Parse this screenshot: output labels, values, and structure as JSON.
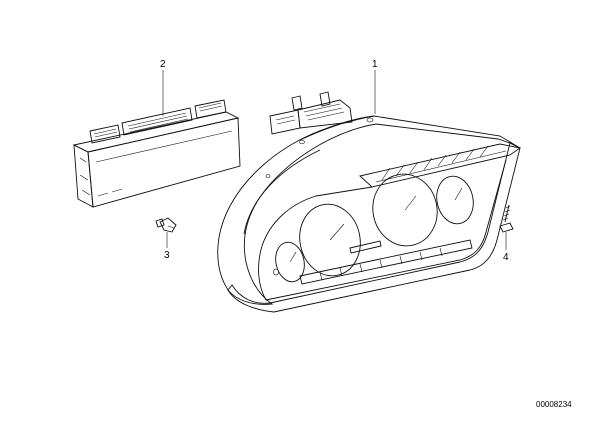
{
  "callouts": {
    "c1": "1",
    "c2": "2",
    "c3": "3",
    "c4": "4"
  },
  "document_number": "00008234",
  "colors": {
    "background": "#ffffff",
    "line": "#111111"
  }
}
